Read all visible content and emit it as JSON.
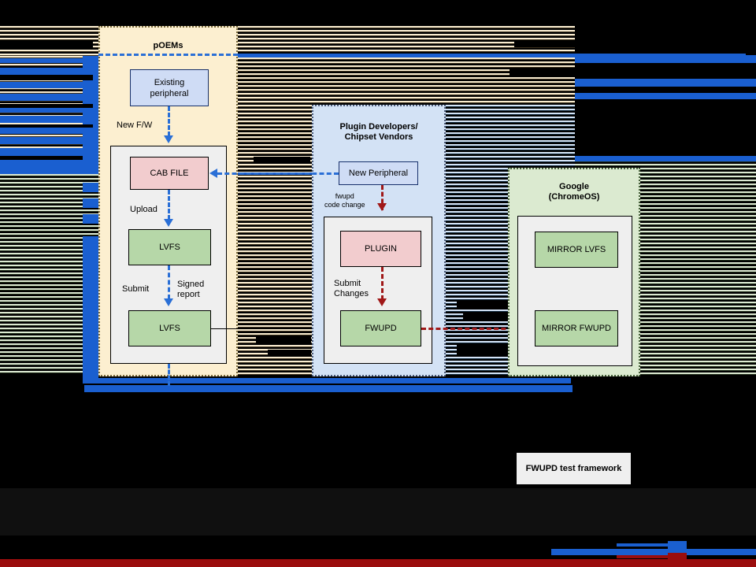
{
  "diagram": {
    "groups": [
      {
        "id": "poems",
        "title": "pOEMs"
      },
      {
        "id": "plugin",
        "title": "Plugin Developers/\nChipset Vendors"
      },
      {
        "id": "google",
        "title": "Google\n(ChromeOS)"
      }
    ],
    "nodes": [
      {
        "id": "existing-peripheral",
        "label": "Existing\nperipheral",
        "group": "poems",
        "style": "blue"
      },
      {
        "id": "cab-file",
        "label": "CAB FILE",
        "group": "poems",
        "style": "pink"
      },
      {
        "id": "lvfs-upload",
        "label": "LVFS",
        "group": "poems",
        "style": "green"
      },
      {
        "id": "lvfs-submit",
        "label": "LVFS",
        "group": "poems",
        "style": "green"
      },
      {
        "id": "new-peripheral",
        "label": "New Peripheral",
        "group": "plugin",
        "style": "blue"
      },
      {
        "id": "plugin",
        "label": "PLUGIN",
        "group": "plugin",
        "style": "pink"
      },
      {
        "id": "fwupd",
        "label": "FWUPD",
        "group": "plugin",
        "style": "green"
      },
      {
        "id": "mirror-lvfs",
        "label": "MIRROR LVFS",
        "group": "google",
        "style": "green"
      },
      {
        "id": "mirror-fwupd",
        "label": "MIRROR FWUPD",
        "group": "google",
        "style": "green"
      }
    ],
    "edge_labels": [
      {
        "id": "new-fw",
        "text": "New F/W"
      },
      {
        "id": "upload",
        "text": "Upload"
      },
      {
        "id": "submit",
        "text": "Submit"
      },
      {
        "id": "signed-report",
        "text": "Signed\nreport"
      },
      {
        "id": "fwupd-code-change",
        "text": "fwupd\ncode change"
      },
      {
        "id": "submit-changes",
        "text": "Submit\nChanges"
      }
    ],
    "legend": {
      "label": "FWUPD test framework"
    },
    "colors": {
      "group_poems_fill": "#fcefd0",
      "group_plugin_fill": "#d3e2f5",
      "group_google_fill": "#dbead0",
      "node_blue_fill": "#cfdcf5",
      "node_pink_fill": "#f2ccce",
      "node_green_fill": "#b6d7a8",
      "inner_panel_fill": "#efefef",
      "arrow_blue": "#2a6fd6",
      "arrow_red": "#a01818",
      "arrow_black": "#000000",
      "background": "#000000"
    }
  }
}
